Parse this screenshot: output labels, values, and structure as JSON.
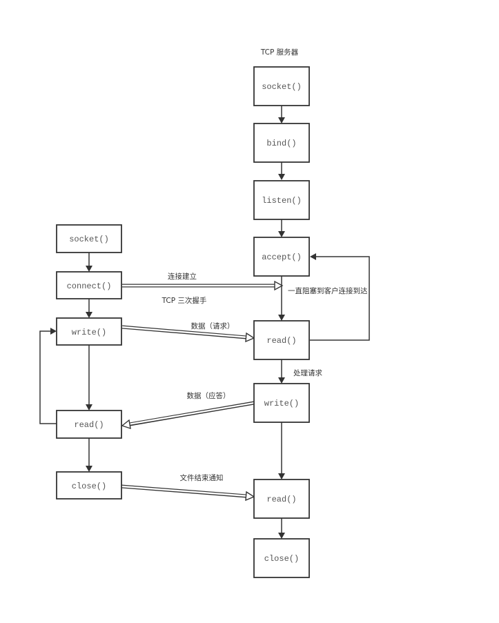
{
  "server": {
    "title": "TCP 服务器",
    "socket": "socket()",
    "bind": "bind()",
    "listen": "listen()",
    "accept": "accept()",
    "read1": "read()",
    "write": "write()",
    "read2": "read()",
    "close": "close()"
  },
  "client": {
    "socket": "socket()",
    "connect": "connect()",
    "write": "write()",
    "read": "read()",
    "close": "close()"
  },
  "labels": {
    "conn_established": "连接建立",
    "handshake": "TCP 三次握手",
    "blocking": "一直阻塞到客户连接到达",
    "request_data": "数据（请求）",
    "process_request": "处理请求",
    "response_data": "数据（应答）",
    "eof_notify": "文件结束通知"
  }
}
